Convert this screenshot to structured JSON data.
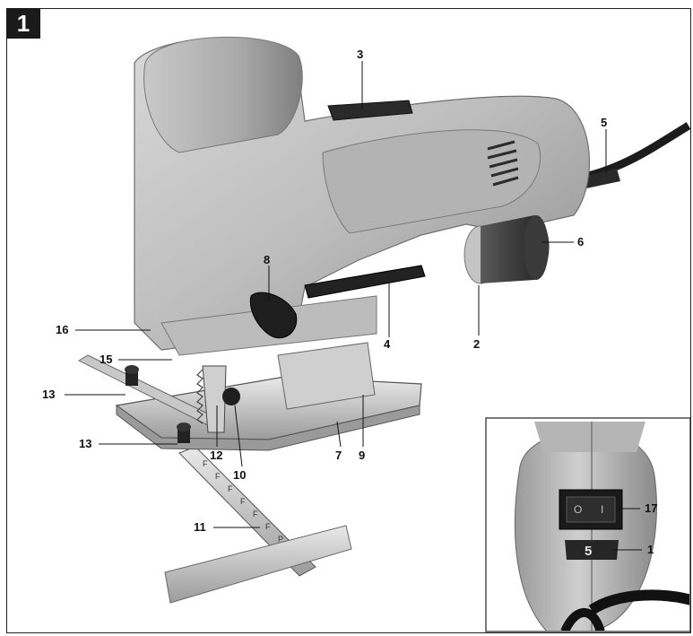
{
  "figure": {
    "number": "1"
  },
  "callouts": {
    "c1": "1",
    "c2": "2",
    "c3": "3",
    "c4": "4",
    "c5": "5",
    "c6": "6",
    "c7": "7",
    "c8": "8",
    "c9": "9",
    "c10": "10",
    "c11": "11",
    "c12": "12",
    "c13a": "13",
    "c13b": "13",
    "c15": "15",
    "c16": "16",
    "c17": "17"
  },
  "inset": {
    "speed_dial_value": "5",
    "switch_marks": [
      "O",
      "I"
    ]
  },
  "guide_scale_marks": [
    "F",
    "F",
    "F",
    "F",
    "F",
    "F",
    "P"
  ]
}
